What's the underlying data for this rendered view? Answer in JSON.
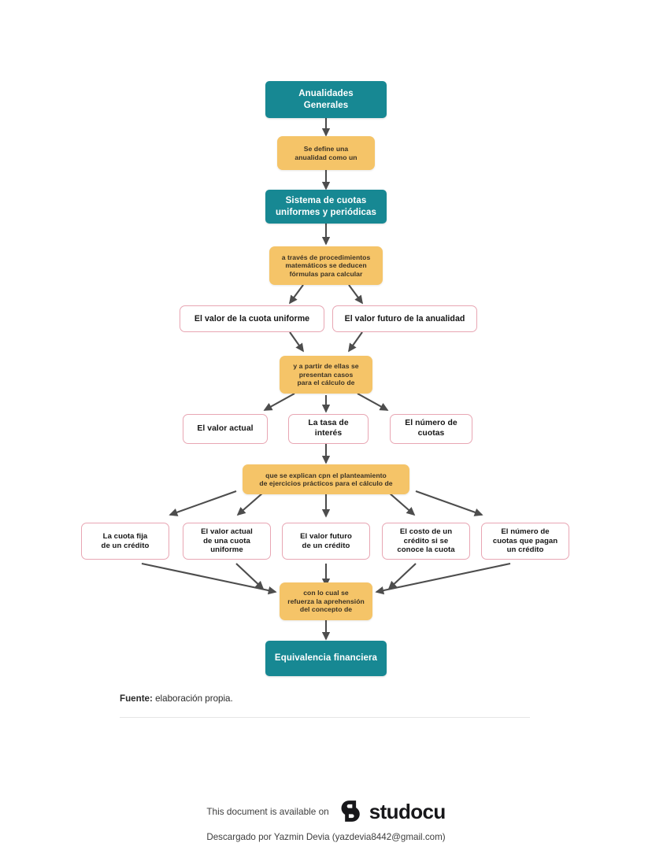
{
  "page": {
    "background": "#ffffff",
    "colors": {
      "teal": "#178893",
      "orange": "#f5c468",
      "white_box_border": "#e8a6b3",
      "arrow": "#4d4d4d",
      "divider": "#e6e6e6"
    }
  },
  "diagram": {
    "title": "Anualidades Generales",
    "nodes": [
      {
        "id": "n1",
        "kind": "teal",
        "text": "Anualidades\nGenerales"
      },
      {
        "id": "n2",
        "kind": "orange",
        "text": "Se define una\nanualidad como un"
      },
      {
        "id": "n3",
        "kind": "teal",
        "text": "Sistema de cuotas\nuniformes y periódicas"
      },
      {
        "id": "n4",
        "kind": "orange",
        "text": "a través de procedimientos\nmatemáticos se deducen\nfórmulas para calcular"
      },
      {
        "id": "n5",
        "kind": "white",
        "text": "El valor de la cuota uniforme"
      },
      {
        "id": "n6",
        "kind": "white",
        "text": "El valor futuro de la anualidad"
      },
      {
        "id": "n7",
        "kind": "orange",
        "text": "y a partir de ellas se\npresentan casos\npara el cálculo de"
      },
      {
        "id": "n8",
        "kind": "white",
        "text": "El valor actual"
      },
      {
        "id": "n9",
        "kind": "white",
        "text": "La tasa de\ninterés"
      },
      {
        "id": "n10",
        "kind": "white",
        "text": "El número de\ncuotas"
      },
      {
        "id": "n11",
        "kind": "orange",
        "text": "que se explican cpn el planteamiento\nde ejercicios prácticos para el cálculo de"
      },
      {
        "id": "n12",
        "kind": "white",
        "text": "La cuota fija\nde un crédito"
      },
      {
        "id": "n13",
        "kind": "white",
        "text": "El valor actual\nde una cuota\nuniforme"
      },
      {
        "id": "n14",
        "kind": "white",
        "text": "El valor futuro\nde un crédito"
      },
      {
        "id": "n15",
        "kind": "white",
        "text": "El costo de un\ncrédito si se\nconoce la cuota"
      },
      {
        "id": "n16",
        "kind": "white",
        "text": "El número de\ncuotas que pagan\nun crédito"
      },
      {
        "id": "n17",
        "kind": "orange",
        "text": "con lo cual se\nrefuerza la aprehensión\ndel concepto de"
      },
      {
        "id": "n18",
        "kind": "teal",
        "text": "Equivalencia financiera"
      }
    ]
  },
  "source": {
    "label": "Fuente:",
    "text": " elaboración propia."
  },
  "footer": {
    "available_text": "This document is available on",
    "brand": "studocu",
    "downloaded_by": "Descargado por Yazmin Devia (yazdevia8442@gmail.com)"
  }
}
